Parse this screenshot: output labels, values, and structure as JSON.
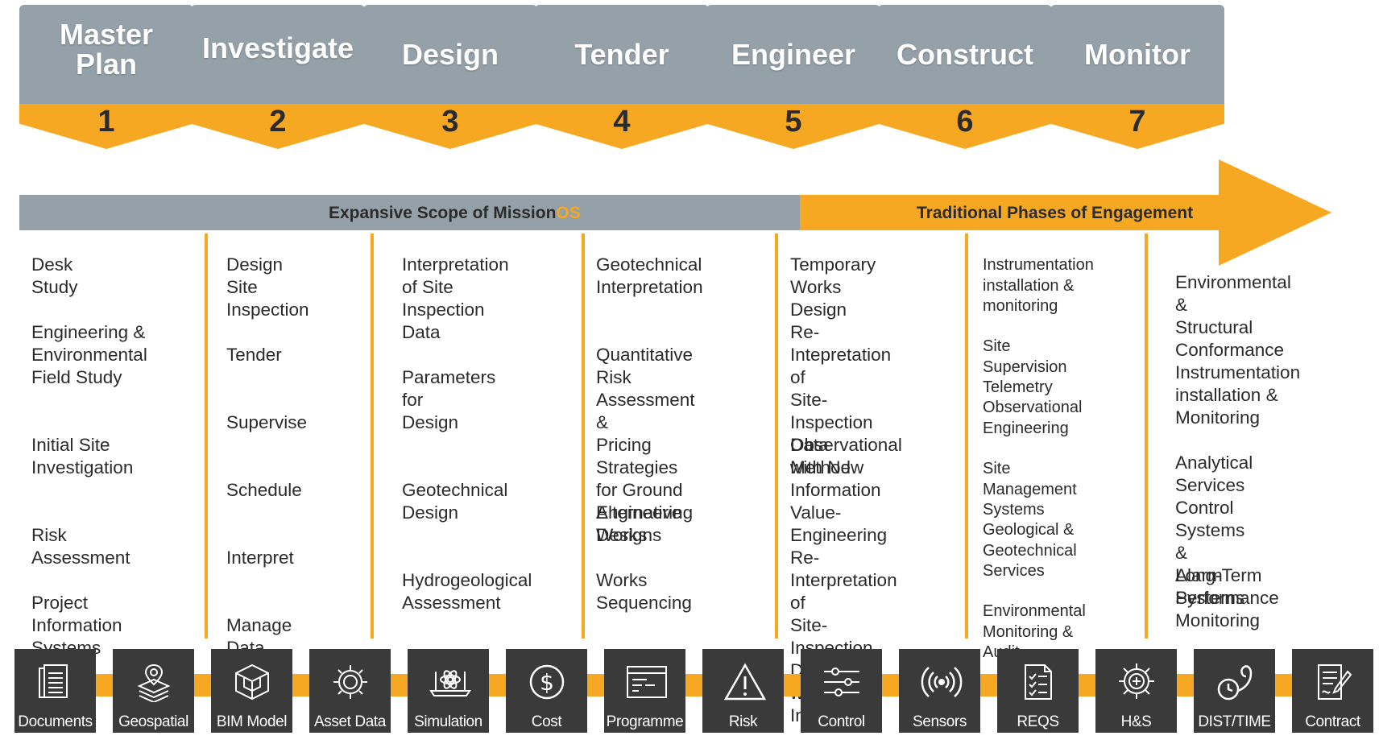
{
  "phases": [
    {
      "name": "Master\nPlan",
      "number": "1"
    },
    {
      "name": "Investigate",
      "number": "2"
    },
    {
      "name": "Design",
      "number": "3"
    },
    {
      "name": "Tender",
      "number": "4"
    },
    {
      "name": "Engineer",
      "number": "5"
    },
    {
      "name": "Construct",
      "number": "6"
    },
    {
      "name": "Monitor",
      "number": "7"
    }
  ],
  "band": {
    "scope_text": "Expansive Scope of Mission",
    "scope_os": "OS",
    "traditional_text": "Traditional Phases of Engagement"
  },
  "columns": [
    [
      "Desk Study",
      "Engineering &\nEnvironmental\nField Study",
      "Initial Site\nInvestigation",
      "Risk Assessment",
      "Project Information\nSystems"
    ],
    [
      "Design Site\nInspection",
      "Tender",
      "Supervise",
      "Schedule",
      "Interpret",
      "Manage Data"
    ],
    [
      "Interpretation of Site\nInspection Data",
      "Parameters for\nDesign",
      "Geotechnical Design",
      "Hydrogeological\nAssessment"
    ],
    [
      "Geotechnical\nInterpretation",
      "Quantitative Risk\nAssessment &\nPricing Strategies\nfor Ground\nEngineering Works",
      "Alternative Designs",
      "Works Sequencing"
    ],
    [
      "Temporary Works\nDesign",
      "Re-Intepretation of\nSite-Inspection Data\nwith New\nInformation",
      "Observational\nMethod",
      "Value-Engineering",
      "Re-Interpretation of\nSite-Inspection Data\nwith New\nInformation"
    ],
    [
      "Instrumentation\ninstallation &\nmonitoring",
      "Site Supervision\nTelemetry",
      "Observational\nEngineering",
      "Site Management\nSystems",
      "Geological &\nGeotechnical\nServices",
      "Environmental\nMonitoring & Audit"
    ],
    [
      "Environmental &\nStructural\nConformance",
      "Instrumentation\ninstallation &\nMonitoring",
      "Analytical Services",
      "Control Systems &\nAlarm Systems",
      "Long-Term\nPerformance\nMonitoring"
    ]
  ],
  "tools": [
    {
      "label": "Documents",
      "icon": "documents-icon"
    },
    {
      "label": "Geospatial",
      "icon": "geospatial-icon"
    },
    {
      "label": "BIM Model",
      "icon": "bim-cube-icon"
    },
    {
      "label": "Asset Data",
      "icon": "asset-gear-icon"
    },
    {
      "label": "Simulation",
      "icon": "simulation-icon"
    },
    {
      "label": "Cost",
      "icon": "dollar-icon"
    },
    {
      "label": "Programme",
      "icon": "programme-window-icon"
    },
    {
      "label": "Risk",
      "icon": "warning-icon"
    },
    {
      "label": "Control",
      "icon": "sliders-icon"
    },
    {
      "label": "Sensors",
      "icon": "signal-icon"
    },
    {
      "label": "REQS",
      "icon": "checklist-icon"
    },
    {
      "label": "H&S",
      "icon": "health-gear-icon"
    },
    {
      "label": "DIST/TIME",
      "icon": "clock-icon"
    },
    {
      "label": "Contract",
      "icon": "contract-icon"
    }
  ],
  "colors": {
    "accent": "#f7a823",
    "header_grey": "#95a1a8",
    "band_grey": "#95a1a8",
    "tile": "#3a3a3a"
  }
}
